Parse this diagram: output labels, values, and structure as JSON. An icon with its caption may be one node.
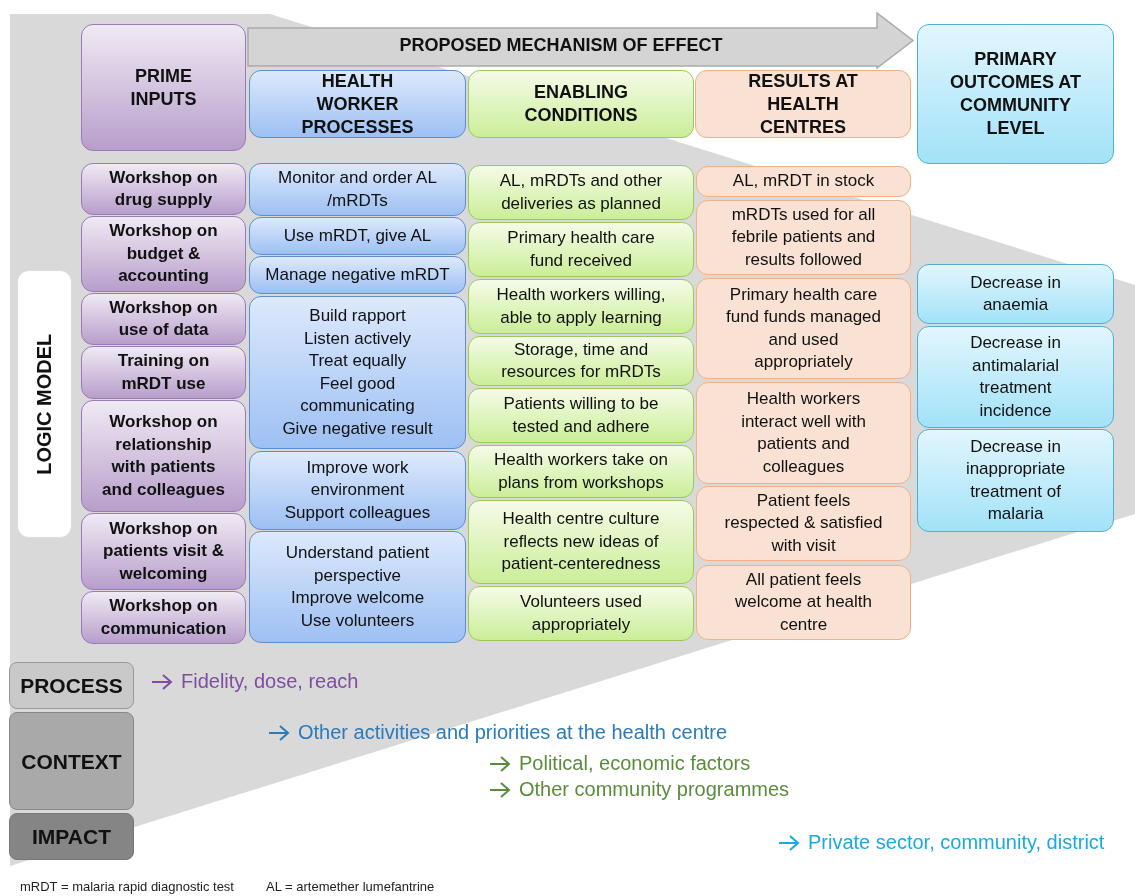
{
  "diagram": {
    "nodes": [
      {
        "text": [
          "PRIME INPUTS"
        ]
      },
      {
        "text": [
          "PROPOSED MECHANISM OF EFFECT"
        ]
      },
      {
        "text": [
          "HEALTH WORKER PROCESSES"
        ]
      },
      {
        "text": [
          "ENABLING CONDITIONS"
        ]
      },
      {
        "text": [
          "RESULTS AT HEALTH CENTRES"
        ]
      },
      {
        "text": [
          "PRIMARY OUTCOMES AT COMMUNITY LEVEL"
        ]
      },
      {
        "text": [
          "Workshop on drug supply"
        ]
      },
      {
        "text": [
          "Workshop on budget & accounting"
        ]
      },
      {
        "text": [
          "Workshop on use of data"
        ]
      },
      {
        "text": [
          "Training on mRDT use"
        ]
      },
      {
        "text": [
          "Workshop on relationship with patients and colleagues"
        ]
      },
      {
        "text": [
          "Workshop on patients visit & welcoming"
        ]
      },
      {
        "text": [
          "Workshop on communication"
        ]
      },
      {
        "text": [
          "Monitor and order AL /mRDTs"
        ]
      },
      {
        "text": [
          "Use mRDT, give AL"
        ]
      },
      {
        "text": [
          "Manage negative mRDT"
        ]
      },
      {
        "text": [
          "Build rapport",
          "Listen actively",
          "Treat equally",
          "Feel good communicating",
          "Give negative result"
        ]
      },
      {
        "text": [
          "Improve work environment",
          "Support colleagues"
        ]
      },
      {
        "text": [
          "Understand patient perspective",
          "Improve welcome",
          "Use volunteers"
        ]
      },
      {
        "text": [
          "AL, mRDTs and other deliveries as planned"
        ]
      },
      {
        "text": [
          "Primary health care fund received"
        ]
      },
      {
        "text": [
          "Health workers willing, able to apply learning"
        ]
      },
      {
        "text": [
          "Storage, time and resources for mRDTs"
        ]
      },
      {
        "text": [
          "Patients willing to be tested and adhere"
        ]
      },
      {
        "text": [
          "Health workers take on plans from workshops"
        ]
      },
      {
        "text": [
          "Health centre culture reflects new ideas of patient-centeredness"
        ]
      },
      {
        "text": [
          "Volunteers used appropriately"
        ]
      },
      {
        "text": [
          "AL, mRDT in stock"
        ]
      },
      {
        "text": [
          "mRDTs used for all febrile patients and results followed"
        ]
      },
      {
        "text": [
          "Primary health care fund funds managed and used appropriately"
        ]
      },
      {
        "text": [
          "Health workers interact well with patients and colleagues"
        ]
      },
      {
        "text": [
          "Patient feels respected & satisfied with visit"
        ]
      },
      {
        "text": [
          "All patient feels welcome at health centre"
        ]
      },
      {
        "text": [
          "Decrease in anaemia"
        ]
      },
      {
        "text": [
          "Decrease in antimalarial treatment incidence"
        ]
      },
      {
        "text": [
          "Decrease in inappropriate treatment of malaria"
        ]
      },
      {
        "text": [
          "LOGIC MODEL"
        ]
      },
      {
        "text": [
          "PROCESS"
        ]
      },
      {
        "text": [
          "CONTEXT"
        ]
      },
      {
        "text": [
          "IMPACT"
        ]
      }
    ],
    "labels": [
      "Fidelity, dose, reach",
      "Other activities and priorities at the health centre",
      "Political, economic factors",
      "Other community programmes",
      "Private sector, community, district",
      "mRDT = malaria rapid diagnostic test",
      "AL = artemether lumefantrine"
    ]
  }
}
